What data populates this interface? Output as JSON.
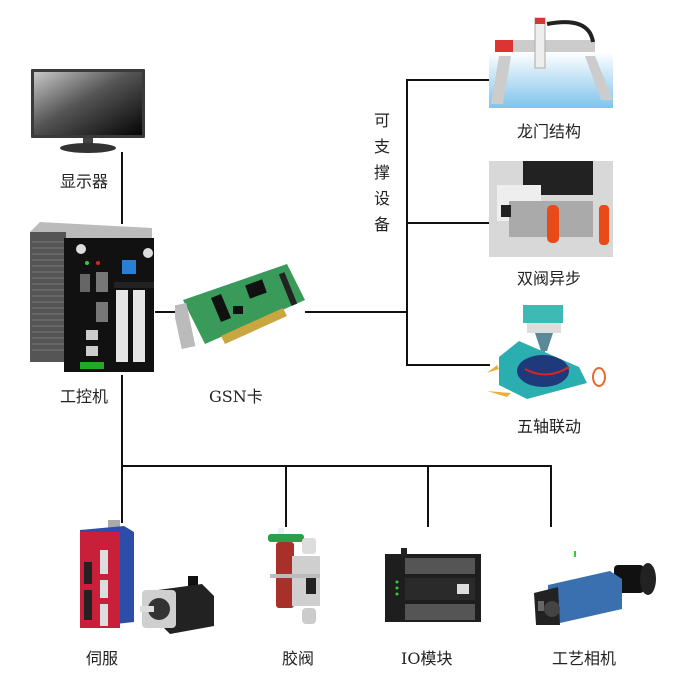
{
  "diagram": {
    "title": "",
    "nodes": {
      "monitor": {
        "label": "显示器",
        "icon": "monitor-icon"
      },
      "ipc": {
        "label": "工控机",
        "icon": "industrial-pc-icon"
      },
      "card": {
        "label": "GSN卡",
        "icon": "motion-control-card-icon"
      },
      "supported_devices_caption": "可支撑设备",
      "gantry": {
        "label": "龙门结构",
        "icon": "gantry-robot-icon"
      },
      "dual_valve": {
        "label": "双阀异步",
        "icon": "dual-valve-icon"
      },
      "five_axis": {
        "label": "五轴联动",
        "icon": "five-axis-machine-icon"
      },
      "servo": {
        "label": "伺服",
        "icon": "servo-drive-motor-icon"
      },
      "glue_valve": {
        "label": "胶阀",
        "icon": "glue-valve-icon"
      },
      "io_module": {
        "label": "IO模块",
        "icon": "io-module-icon"
      },
      "camera": {
        "label": "工艺相机",
        "icon": "industrial-camera-icon"
      }
    },
    "edges": [
      [
        "monitor",
        "ipc"
      ],
      [
        "ipc",
        "card"
      ],
      [
        "card",
        "gantry"
      ],
      [
        "card",
        "dual_valve"
      ],
      [
        "card",
        "five_axis"
      ],
      [
        "ipc",
        "servo"
      ],
      [
        "ipc",
        "glue_valve"
      ],
      [
        "ipc",
        "io_module"
      ],
      [
        "ipc",
        "camera"
      ]
    ],
    "colors": {
      "line": "#111111",
      "pcb_green": "#3a9a5a",
      "servo_red": "#c8203a",
      "servo_blue": "#2d4ea8",
      "machine_teal": "#2aaeb0",
      "camera_blue": "#3a6fb0"
    }
  }
}
